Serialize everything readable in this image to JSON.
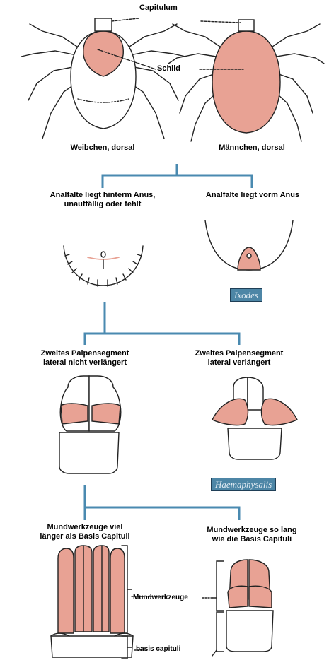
{
  "colors": {
    "pink": "#e8a294",
    "outline": "#222222",
    "branch": "#4a8ab0",
    "tag_bg": "#4d86a6"
  },
  "labels": {
    "capitulum": "Capitulum",
    "schild": "Schild",
    "female": "Weibchen, dorsal",
    "male": "Männchen, dorsal",
    "anal_behind_1": "Analfalte liegt hinterm Anus,",
    "anal_behind_2": "unauffällig oder fehlt",
    "anal_front": "Analfalte liegt vorm Anus",
    "palp_not_1": "Zweites Palpensegment",
    "palp_not_2": "lateral nicht verlängert",
    "palp_ext_1": "Zweites Palpensegment",
    "palp_ext_2": "lateral verlängert",
    "mouth_long_1": "Mundwerkzeuge viel",
    "mouth_long_2": "länger als Basis Capituli",
    "mouth_eq_1": "Mundwerkzeuge so lang",
    "mouth_eq_2": "wie die Basis Capituli",
    "mundwerkzeuge": "Mundwerkzeuge",
    "basis": "basis capituli"
  },
  "genera": {
    "ixodes": "Ixodes",
    "haemaphysalis": "Haemaphysalis"
  }
}
